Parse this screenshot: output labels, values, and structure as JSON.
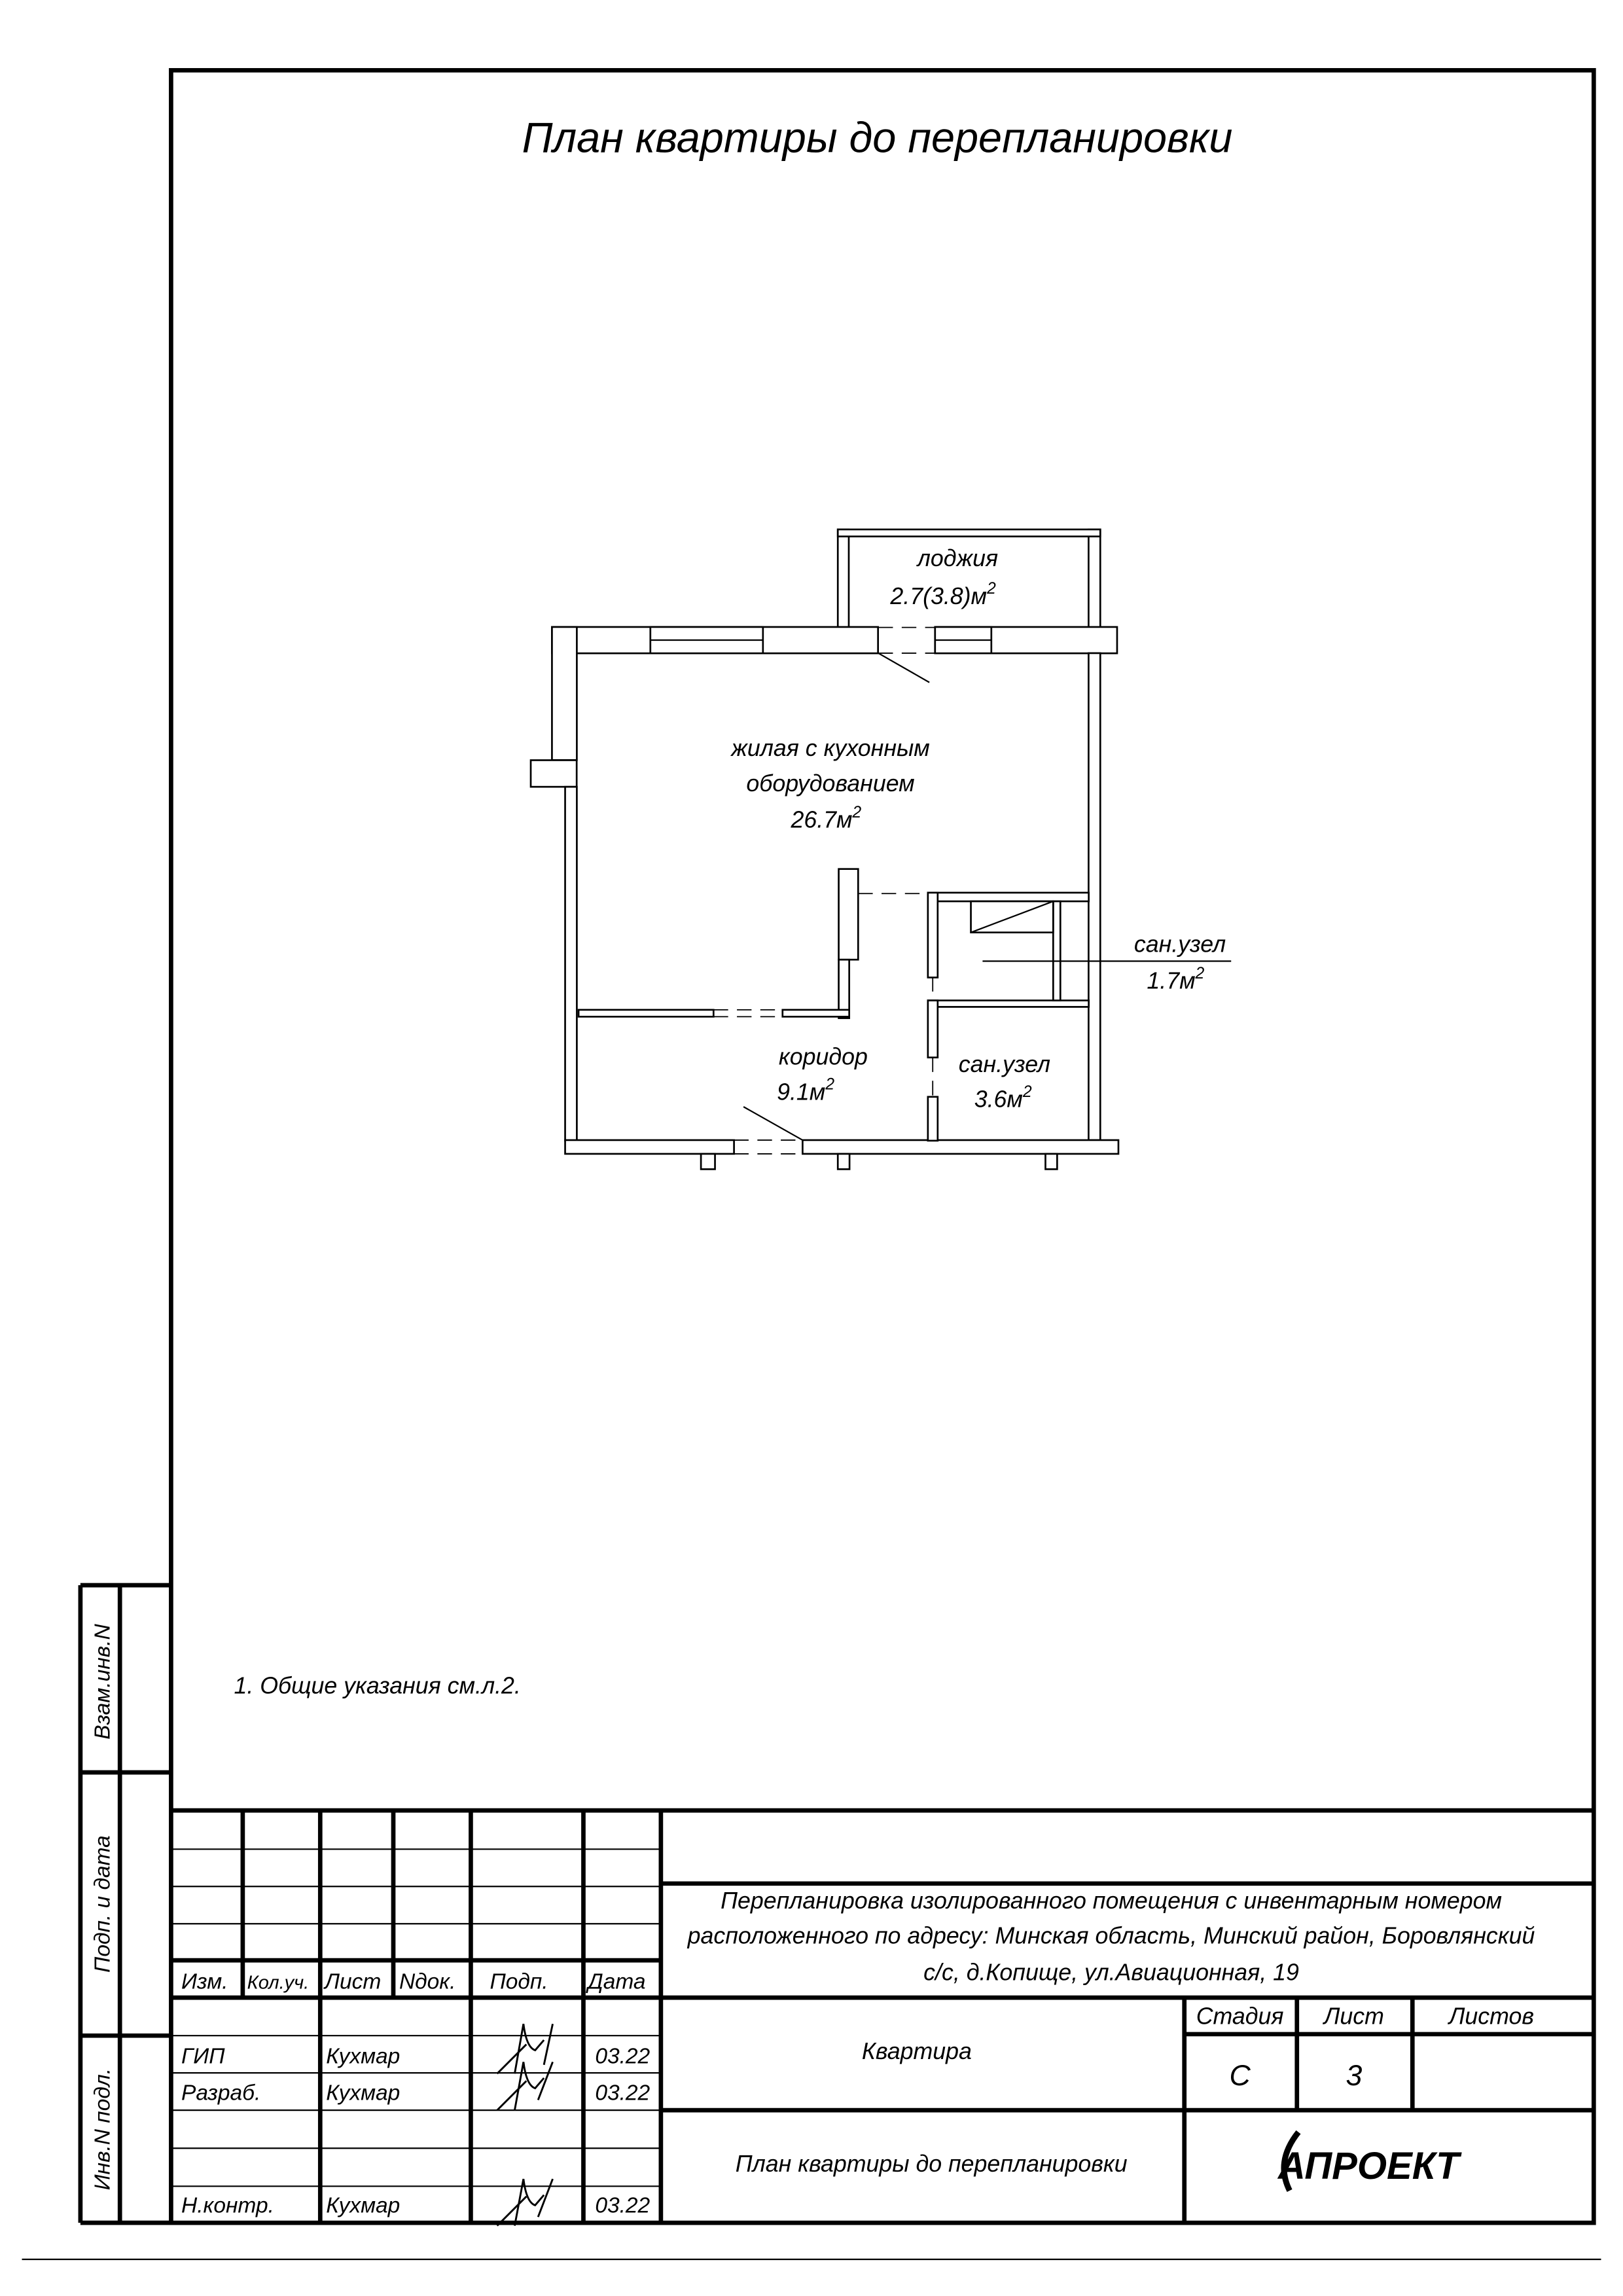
{
  "sheet_title": "План квартиры до перепланировки",
  "plan": {
    "rooms": [
      {
        "name": "лоджия",
        "area": "2.7(3.8)м",
        "sup": "2"
      },
      {
        "name_line1": "жилая с кухонным",
        "name_line2": "оборудованием",
        "area": "26.7м",
        "sup": "2"
      },
      {
        "name": "сан.узел",
        "area": "1.7м",
        "sup": "2"
      },
      {
        "name": "коридор",
        "area": "9.1м",
        "sup": "2"
      },
      {
        "name": "сан.узел",
        "area": "3.6м",
        "sup": "2"
      }
    ]
  },
  "note": "1. Общие указания см.л.2.",
  "side_strip": {
    "replace_inv": "Взам.инв.N",
    "sign_date": "Подп. и дата",
    "inv_original": "Инв.N подл."
  },
  "title_block": {
    "headers": [
      "Изм.",
      "Кол.уч.",
      "Лист",
      "Nдок.",
      "Подп.",
      "Дата"
    ],
    "signers": [
      {
        "role": "ГИП",
        "name": "Кухмар",
        "date": "03.22"
      },
      {
        "role": "Разраб.",
        "name": "Кухмар",
        "date": "03.22"
      },
      {
        "role": "Н.контр.",
        "name": "Кухмар",
        "date": "03.22"
      }
    ],
    "project_line1": "Перепланировка изолированного помещения с инвентарным номером",
    "project_line2": "расположенного по адресу: Минская область, Минский район, Боровлянский",
    "project_line3": "с/с, д.Копище, ул.Авиационная, 19",
    "object": "Квартира",
    "sheet_name": "План квартиры до перепланировки",
    "stage_label": "Стадия",
    "sheet_label": "Лист",
    "sheets_label": "Листов",
    "stage": "С",
    "sheet": "3",
    "logo_text": "АПРОЕКТ"
  }
}
